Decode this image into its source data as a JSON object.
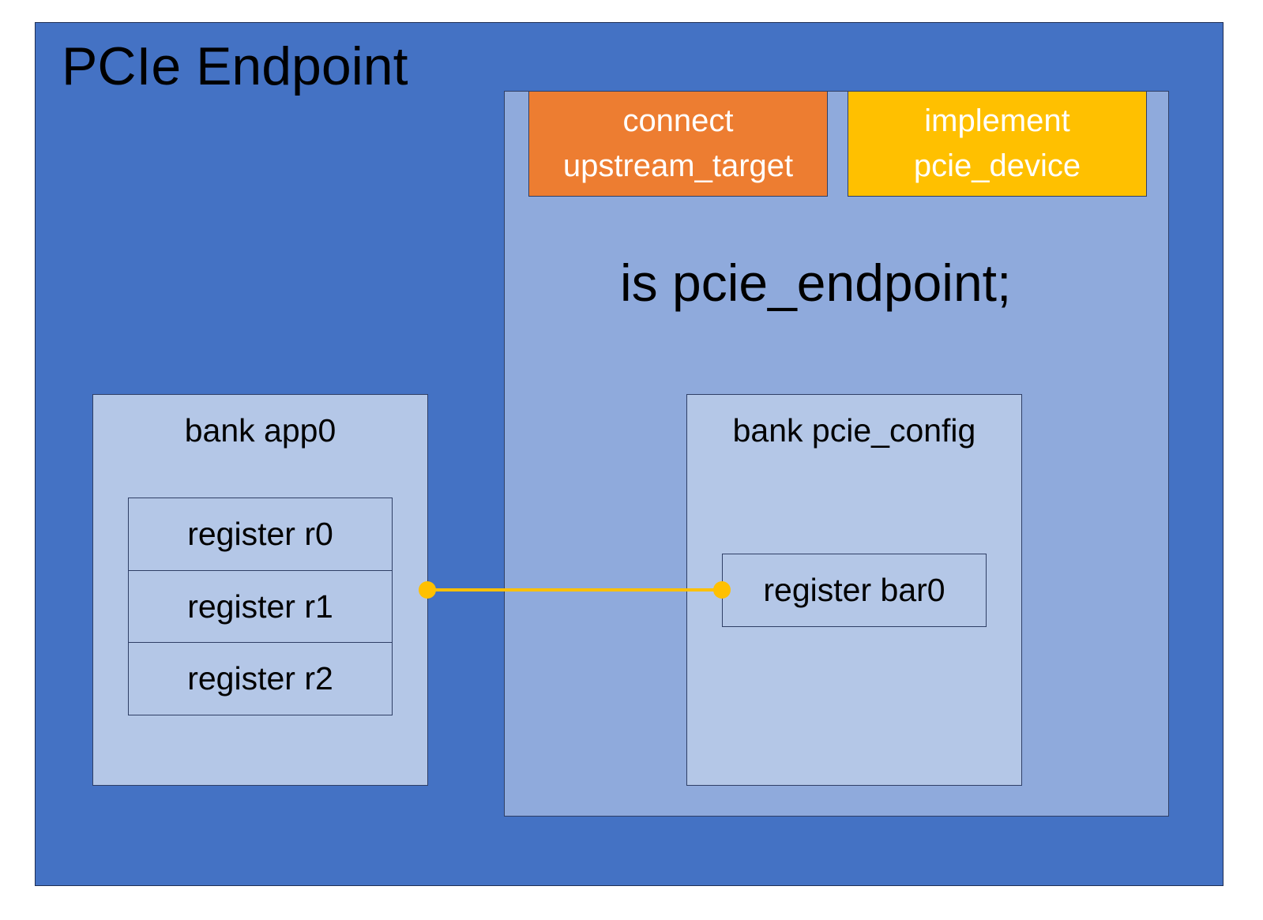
{
  "diagram": {
    "title": "PCIe Endpoint",
    "endpoint": {
      "connect_tag": [
        "connect",
        "upstream_target"
      ],
      "implement_tag": [
        "implement",
        "pcie_device"
      ],
      "statement": "is pcie_endpoint;"
    },
    "bank_app0": {
      "label": "bank app0",
      "registers": [
        "register r0",
        "register r1",
        "register r2"
      ]
    },
    "bank_pcie_config": {
      "label": "bank pcie_config",
      "registers": [
        "register bar0"
      ]
    },
    "colors": {
      "outer_fill": "#4472c4",
      "endpoint_fill": "#8faadc",
      "bank_fill": "#b4c7e7",
      "connect_fill": "#ed7d31",
      "implement_fill": "#ffc000",
      "connector": "#ffc000"
    }
  }
}
